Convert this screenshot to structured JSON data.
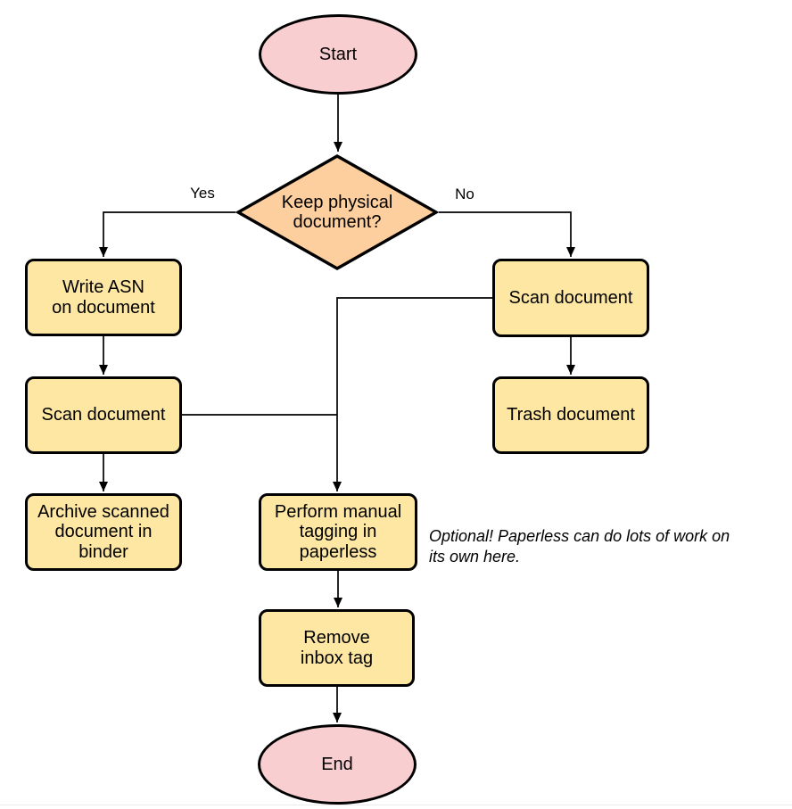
{
  "flowchart": {
    "nodes": {
      "start": {
        "label": "Start",
        "shape": "terminal"
      },
      "keep_physical": {
        "label": "Keep physical\ndocument?",
        "shape": "decision"
      },
      "write_asn": {
        "label": "Write ASN\non document",
        "shape": "process"
      },
      "scan_document_left": {
        "label": "Scan document",
        "shape": "process"
      },
      "archive_binder": {
        "label": "Archive scanned\ndocument in\nbinder",
        "shape": "process"
      },
      "scan_document_right": {
        "label": "Scan document",
        "shape": "process"
      },
      "trash_document": {
        "label": "Trash document",
        "shape": "process"
      },
      "manual_tagging": {
        "label": "Perform manual\ntagging in\npaperless",
        "shape": "process"
      },
      "remove_inbox_tag": {
        "label": "Remove\ninbox tag",
        "shape": "process"
      },
      "end": {
        "label": "End",
        "shape": "terminal"
      }
    },
    "edges": [
      {
        "from": "start",
        "to": "keep_physical",
        "label": ""
      },
      {
        "from": "keep_physical",
        "to": "write_asn",
        "label": "Yes"
      },
      {
        "from": "keep_physical",
        "to": "scan_document_right",
        "label": "No"
      },
      {
        "from": "write_asn",
        "to": "scan_document_left",
        "label": ""
      },
      {
        "from": "scan_document_left",
        "to": "archive_binder",
        "label": ""
      },
      {
        "from": "scan_document_left",
        "to": "manual_tagging",
        "label": ""
      },
      {
        "from": "scan_document_right",
        "to": "trash_document",
        "label": ""
      },
      {
        "from": "scan_document_right",
        "to": "manual_tagging",
        "label": ""
      },
      {
        "from": "manual_tagging",
        "to": "remove_inbox_tag",
        "label": ""
      },
      {
        "from": "remove_inbox_tag",
        "to": "end",
        "label": ""
      }
    ],
    "annotation": "Optional! Paperless can do lots of work on\nits own here.",
    "colors": {
      "terminal_fill": "#f9ced0",
      "decision_fill": "#fecf9e",
      "process_fill": "#fde7a2",
      "stroke": "#000000",
      "canvas_background": "#ffffff",
      "bottom_divider": "#ececee"
    }
  }
}
